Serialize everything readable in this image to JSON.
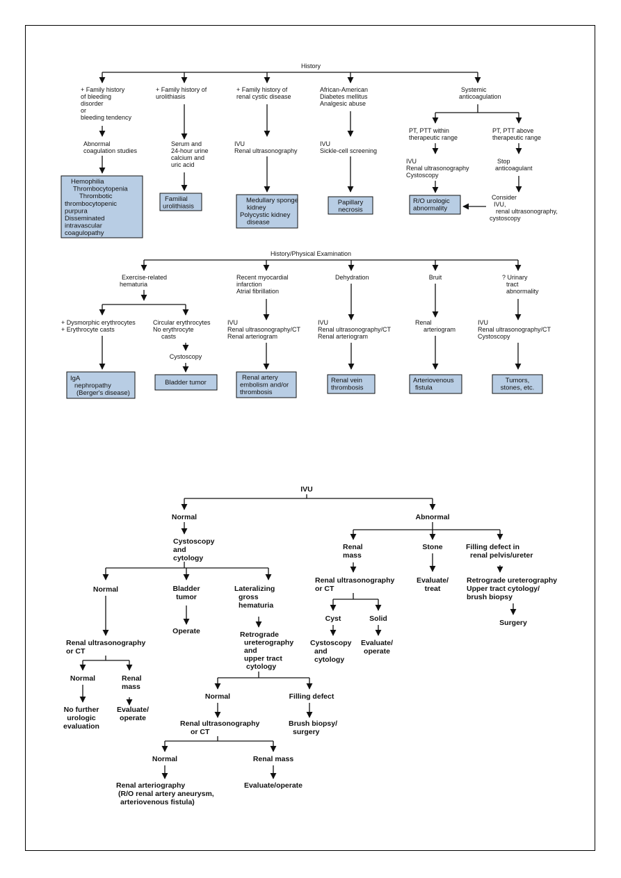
{
  "top": {
    "history": "History",
    "col1": [
      "+ Family history",
      "of bleeding",
      "disorder",
      "or",
      "bleeding tendency"
    ],
    "col1b": [
      "Abnormal",
      "coagulation studies"
    ],
    "col1box": [
      "Hemophilia",
      "Thrombocytopenia",
      "Thrombotic",
      "thrombocytopenic",
      "purpura",
      "Disseminated",
      "intravascular",
      "coagulopathy"
    ],
    "col2": [
      "+ Family history of",
      "urolithiasis"
    ],
    "col2b": [
      "Serum and",
      "24-hour urine",
      "calcium and",
      "uric acid"
    ],
    "col2box": [
      "Familial",
      "urolithiasis"
    ],
    "col3": [
      "+ Family history of",
      "renal cystic disease"
    ],
    "col3b": [
      "IVU",
      "Renal ultrasonography"
    ],
    "col3box": [
      "Medullary sponge",
      "kidney",
      "Polycystic kidney",
      "disease"
    ],
    "col4": [
      "African-American",
      "Diabetes mellitus",
      "Analgesic abuse"
    ],
    "col4b": [
      "IVU",
      "Sickle-cell screening"
    ],
    "col4box": [
      "Papillary",
      "necrosis"
    ],
    "col5": [
      "Systemic",
      "anticoagulation"
    ],
    "col5l": [
      "PT, PTT within",
      "therapeutic range"
    ],
    "col5lb": [
      "IVU",
      "Renal ultrasonography",
      "Cystoscopy"
    ],
    "col5box": [
      "R/O urologic",
      "abnormality"
    ],
    "col5r": [
      "PT, PTT above",
      "therapeutic range"
    ],
    "col5rb": [
      "Stop",
      "anticoagulant"
    ],
    "col5rc": [
      "Consider",
      "IVU,",
      "renal ultrasonography,",
      "cystoscopy"
    ]
  },
  "mid": {
    "title": "History/Physical Examination",
    "c1": [
      "Exercise-related",
      "hematuria"
    ],
    "c1l": [
      "+ Dysmorphic erythrocytes",
      "+ Erythrocyte casts"
    ],
    "c1lbox": [
      "IgA",
      "nephropathy",
      "(Berger's disease)"
    ],
    "c1r": [
      "Circular erythrocytes",
      "No erythrocyte",
      "casts"
    ],
    "c1rb": [
      "Cystoscopy"
    ],
    "c1rbox": [
      "Bladder tumor"
    ],
    "c2": [
      "Recent myocardial",
      "infarction",
      "Atrial fibrillation"
    ],
    "c2b": [
      "IVU",
      "Renal ultrasonography/CT",
      "Renal arteriogram"
    ],
    "c2box": [
      "Renal artery",
      "embolism and/or",
      "thrombosis"
    ],
    "c3": [
      "Dehydration"
    ],
    "c3b": [
      "IVU",
      "Renal ultrasonography/CT",
      "Renal arteriogram"
    ],
    "c3box": [
      "Renal vein",
      "thrombosis"
    ],
    "c4": [
      "Bruit"
    ],
    "c4b": [
      "Renal",
      "arteriogram"
    ],
    "c4box": [
      "Arteriovenous",
      "fistula"
    ],
    "c5": [
      "? Urinary",
      "tract",
      "abnormality"
    ],
    "c5b": [
      "IVU",
      "Renal ultrasonography/CT",
      "Cystoscopy"
    ],
    "c5box": [
      "Tumors,",
      "stones, etc."
    ]
  },
  "bottom": {
    "ivu": "IVU",
    "normal": "Normal",
    "abnormal": "Abnormal",
    "cysto": [
      "Cystoscopy",
      "and",
      "cytology"
    ],
    "n2": "Normal",
    "bladder": [
      "Bladder",
      "tumor"
    ],
    "operate": "Operate",
    "lat": [
      "Lateralizing",
      "gross",
      "hematuria"
    ],
    "renal_us": [
      "Renal ultrasonography",
      "or CT"
    ],
    "n3": "Normal",
    "rmass": [
      "Renal",
      "mass"
    ],
    "nofurther": [
      "No further",
      "urologic",
      "evaluation"
    ],
    "evalop": [
      "Evaluate/",
      "operate"
    ],
    "retro": [
      "Retrograde",
      "ureterography",
      "and",
      "upper tract",
      "cytology"
    ],
    "n4": "Normal",
    "filling": "Filling defect",
    "renal_us2": [
      "Renal ultrasonography",
      "or CT"
    ],
    "brush": [
      "Brush biopsy/",
      "surgery"
    ],
    "n5": "Normal",
    "rmass2": "Renal mass",
    "arterio": [
      "Renal arteriography",
      "(R/O renal artery aneurysm,",
      "arteriovenous fistula)"
    ],
    "evalop2": "Evaluate/operate",
    "rmass3": [
      "Renal",
      "mass"
    ],
    "stone": "Stone",
    "filling2": [
      "Filling defect in",
      "renal pelvis/ureter"
    ],
    "renal_us3": [
      "Renal ultrasonography",
      "or CT"
    ],
    "evaltreat": [
      "Evaluate/",
      "treat"
    ],
    "retro2": [
      "Retrograde ureterography",
      "Upper tract cytology/",
      "brush biopsy"
    ],
    "cyst": "Cyst",
    "solid": "Solid",
    "cysto2": [
      "Cystoscopy",
      "and",
      "cytology"
    ],
    "evalop3": [
      "Evaluate/",
      "operate"
    ],
    "surgery": "Surgery"
  }
}
